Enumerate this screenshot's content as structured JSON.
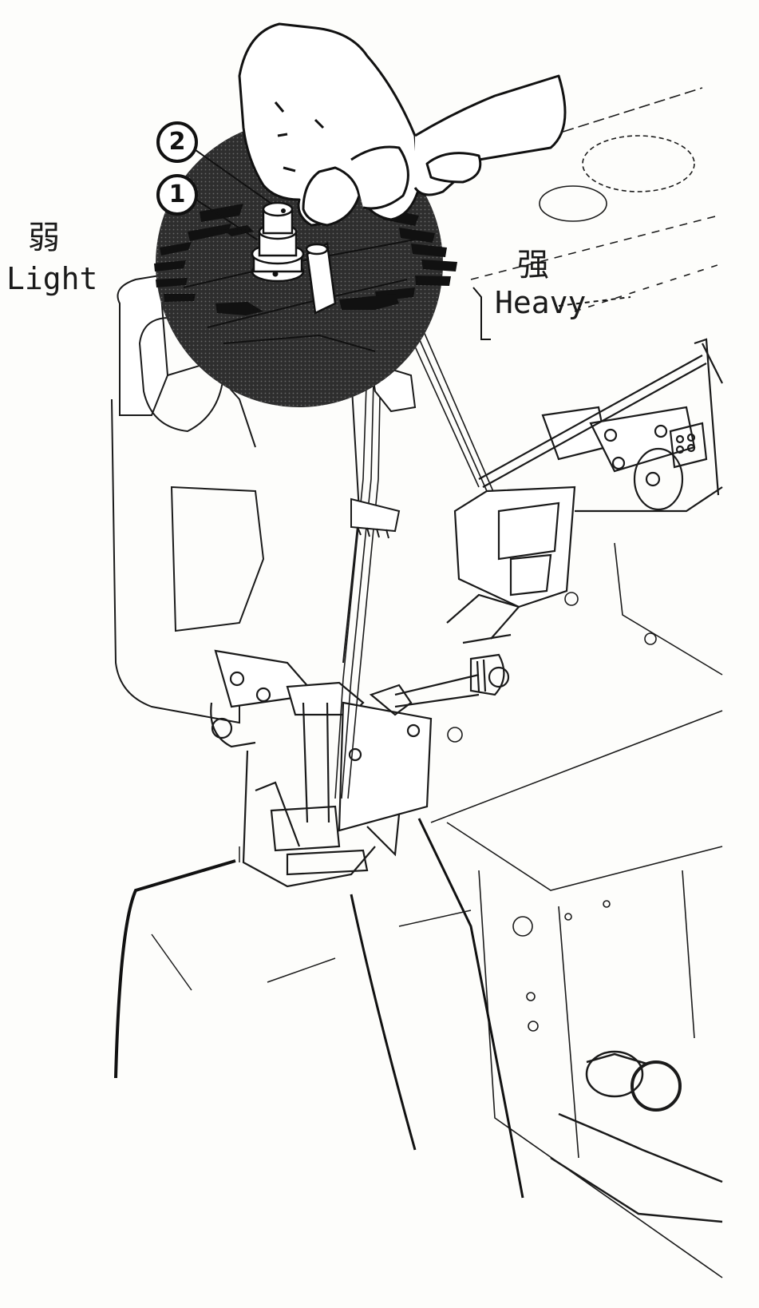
{
  "labels": {
    "light_cn": "弱",
    "light_en": "Light",
    "heavy_cn": "强",
    "heavy_en": "Heavy"
  },
  "callouts": {
    "one": "1",
    "two": "2"
  },
  "colors": {
    "ink": "#1a1a1a",
    "halftone": "#3a3a3a",
    "paper": "#fdfdfb"
  }
}
